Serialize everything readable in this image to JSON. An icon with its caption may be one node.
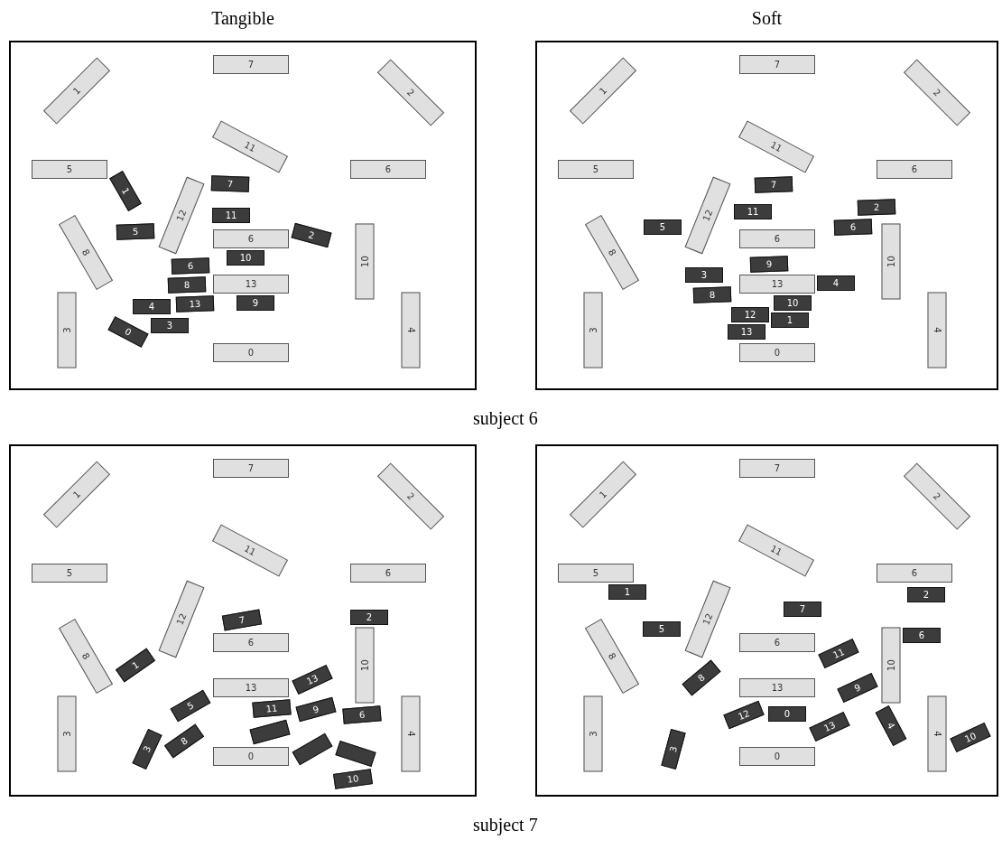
{
  "diagram": {
    "nodes": [
      {
        "text": [
          "Tangible"
        ]
      },
      {
        "text": [
          "1"
        ],
        "in": 0
      },
      {
        "text": [
          "7"
        ],
        "in": 0
      },
      {
        "text": [
          "2"
        ],
        "in": 0
      },
      {
        "text": [
          "11"
        ],
        "in": 0
      },
      {
        "text": [
          "5"
        ],
        "in": 0
      },
      {
        "text": [
          "6"
        ],
        "in": 0
      },
      {
        "text": [
          "12"
        ],
        "in": 0
      },
      {
        "text": [
          "8"
        ],
        "in": 0
      },
      {
        "text": [
          "6"
        ],
        "in": 0
      },
      {
        "text": [
          "10"
        ],
        "in": 0
      },
      {
        "text": [
          "13"
        ],
        "in": 0
      },
      {
        "text": [
          "3"
        ],
        "in": 0
      },
      {
        "text": [
          "4"
        ],
        "in": 0
      },
      {
        "text": [
          "0"
        ],
        "in": 0
      },
      {
        "text": [
          "7"
        ],
        "in": 0
      },
      {
        "text": [
          "1"
        ],
        "in": 0
      },
      {
        "text": [
          "5"
        ],
        "in": 0
      },
      {
        "text": [
          "11"
        ],
        "in": 0
      },
      {
        "text": [
          "6"
        ],
        "in": 0
      },
      {
        "text": [
          "2"
        ],
        "in": 0
      },
      {
        "text": [
          "10"
        ],
        "in": 0
      },
      {
        "text": [
          "9"
        ],
        "in": 0
      },
      {
        "text": [
          "8"
        ],
        "in": 0
      },
      {
        "text": [
          "13"
        ],
        "in": 0
      },
      {
        "text": [
          "0"
        ],
        "in": 0
      },
      {
        "text": [
          "4"
        ],
        "in": 0
      },
      {
        "text": [
          "3"
        ],
        "in": 0
      },
      {
        "text": [
          "Soft"
        ]
      },
      {
        "text": [
          "1"
        ],
        "in": 28
      },
      {
        "text": [
          "7"
        ],
        "in": 28
      },
      {
        "text": [
          "2"
        ],
        "in": 28
      },
      {
        "text": [
          "11"
        ],
        "in": 28
      },
      {
        "text": [
          "5"
        ],
        "in": 28
      },
      {
        "text": [
          "6"
        ],
        "in": 28
      },
      {
        "text": [
          "12"
        ],
        "in": 28
      },
      {
        "text": [
          "8"
        ],
        "in": 28
      },
      {
        "text": [
          "6"
        ],
        "in": 28
      },
      {
        "text": [
          "10"
        ],
        "in": 28
      },
      {
        "text": [
          "13"
        ],
        "in": 28
      },
      {
        "text": [
          "3"
        ],
        "in": 28
      },
      {
        "text": [
          "4"
        ],
        "in": 28
      },
      {
        "text": [
          "0"
        ],
        "in": 28
      },
      {
        "text": [
          "7"
        ],
        "in": 28
      },
      {
        "text": [
          "2"
        ],
        "in": 28
      },
      {
        "text": [
          "11"
        ],
        "in": 28
      },
      {
        "text": [
          "5"
        ],
        "in": 28
      },
      {
        "text": [
          "6"
        ],
        "in": 28
      },
      {
        "text": [
          "3"
        ],
        "in": 28
      },
      {
        "text": [
          "8"
        ],
        "in": 28
      },
      {
        "text": [
          "9"
        ],
        "in": 28
      },
      {
        "text": [
          "10"
        ],
        "in": 28
      },
      {
        "text": [
          "4"
        ],
        "in": 28
      },
      {
        "text": [
          "1"
        ],
        "in": 28
      },
      {
        "text": [
          "12"
        ],
        "in": 28
      },
      {
        "text": [
          "13"
        ],
        "in": 28
      },
      {
        "text": [],
        "shape": "box"
      },
      {
        "text": [
          "1"
        ],
        "in": 56
      },
      {
        "text": [
          "7"
        ],
        "in": 56
      },
      {
        "text": [
          "2"
        ],
        "in": 56
      },
      {
        "text": [
          "11"
        ],
        "in": 56
      },
      {
        "text": [
          "5"
        ],
        "in": 56
      },
      {
        "text": [
          "6"
        ],
        "in": 56
      },
      {
        "text": [
          "12"
        ],
        "in": 56
      },
      {
        "text": [
          "8"
        ],
        "in": 56
      },
      {
        "text": [
          "6"
        ],
        "in": 56
      },
      {
        "text": [
          "10"
        ],
        "in": 56
      },
      {
        "text": [
          "13"
        ],
        "in": 56
      },
      {
        "text": [
          "3"
        ],
        "in": 56
      },
      {
        "text": [
          "4"
        ],
        "in": 56
      },
      {
        "text": [
          "0"
        ],
        "in": 56
      },
      {
        "text": [
          "7"
        ],
        "in": 56
      },
      {
        "text": [
          "2"
        ],
        "in": 56
      },
      {
        "text": [
          "1"
        ],
        "in": 56
      },
      {
        "text": [
          "5"
        ],
        "in": 56
      },
      {
        "text": [
          "11"
        ],
        "in": 56
      },
      {
        "text": [
          "9"
        ],
        "in": 56
      },
      {
        "text": [
          "6"
        ],
        "in": 56
      },
      {
        "text": [],
        "shape": "box",
        "in": 56
      },
      {
        "text": [
          "13"
        ],
        "in": 56
      },
      {
        "text": [
          "3"
        ],
        "in": 56
      },
      {
        "text": [
          "8"
        ],
        "in": 56
      },
      {
        "text": [],
        "shape": "box",
        "in": 56
      },
      {
        "text": [],
        "shape": "box",
        "in": 56
      },
      {
        "text": [
          "10"
        ],
        "in": 56
      },
      {
        "text": [],
        "shape": "box"
      },
      {
        "text": [
          "1"
        ],
        "in": 85
      },
      {
        "text": [
          "7"
        ],
        "in": 85
      },
      {
        "text": [
          "2"
        ],
        "in": 85
      },
      {
        "text": [
          "11"
        ],
        "in": 85
      },
      {
        "text": [
          "5"
        ],
        "in": 85
      },
      {
        "text": [
          "6"
        ],
        "in": 85
      },
      {
        "text": [
          "12"
        ],
        "in": 85
      },
      {
        "text": [
          "8"
        ],
        "in": 85
      },
      {
        "text": [
          "6"
        ],
        "in": 85
      },
      {
        "text": [
          "10"
        ],
        "in": 85
      },
      {
        "text": [
          "13"
        ],
        "in": 85
      },
      {
        "text": [
          "3"
        ],
        "in": 85
      },
      {
        "text": [
          "4"
        ],
        "in": 85
      },
      {
        "text": [
          "0"
        ],
        "in": 85
      },
      {
        "text": [
          "1"
        ],
        "in": 85
      },
      {
        "text": [
          "2"
        ],
        "in": 85
      },
      {
        "text": [
          "7"
        ],
        "in": 85
      },
      {
        "text": [
          "5"
        ],
        "in": 85
      },
      {
        "text": [
          "6"
        ],
        "in": 85
      },
      {
        "text": [
          "11"
        ],
        "in": 85
      },
      {
        "text": [
          "8"
        ],
        "in": 85
      },
      {
        "text": [
          "12"
        ],
        "in": 85
      },
      {
        "text": [
          "9"
        ],
        "in": 85
      },
      {
        "text": [
          "4"
        ],
        "in": 85
      },
      {
        "text": [
          "0"
        ],
        "in": 85
      },
      {
        "text": [
          "13"
        ],
        "in": 85
      },
      {
        "text": [
          "3"
        ],
        "in": 85
      },
      {
        "text": [
          "10"
        ],
        "in": 85
      }
    ],
    "labels": [
      "subject 6",
      "subject 7"
    ]
  }
}
